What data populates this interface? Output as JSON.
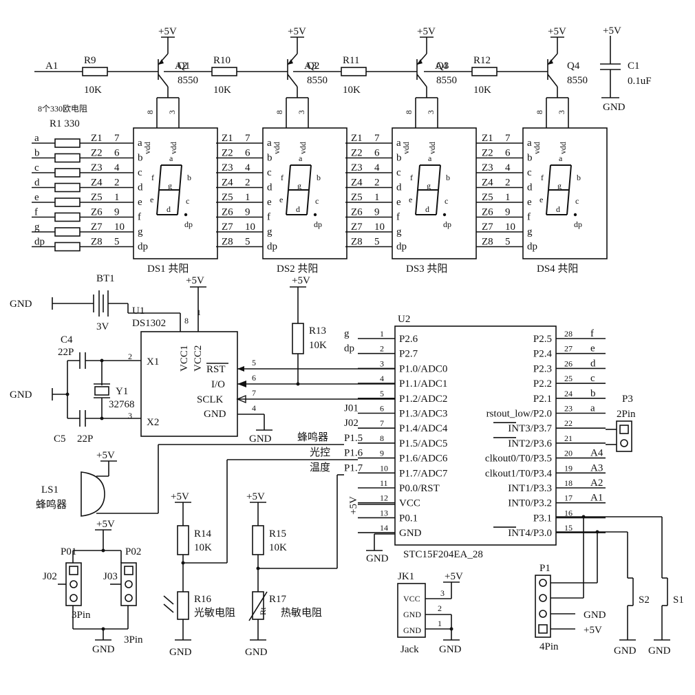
{
  "power": {
    "vcc": "+5V",
    "gnd": "GND"
  },
  "transistors": [
    {
      "ref": "Q1",
      "part": "8550",
      "res": "R9",
      "rval": "10K",
      "net": "A1"
    },
    {
      "ref": "Q2",
      "part": "8550",
      "res": "R10",
      "rval": "10K",
      "net": "A2"
    },
    {
      "ref": "Q3",
      "part": "8550",
      "res": "R11",
      "rval": "10K",
      "net": "A3"
    },
    {
      "ref": "Q4",
      "part": "8550",
      "res": "R12",
      "rval": "10K",
      "net": "A4"
    }
  ],
  "c1": {
    "ref": "C1",
    "value": "0.1uF"
  },
  "resistor_note": "8个330欧电阻",
  "r1": "R1 330",
  "displays": [
    {
      "label": "DS1  共阳"
    },
    {
      "label": "DS2  共阳"
    },
    {
      "label": "DS3  共阳"
    },
    {
      "label": "DS4  共阳"
    }
  ],
  "display_pins": {
    "seg_names": [
      "a",
      "b",
      "c",
      "d",
      "e",
      "f",
      "g",
      "dp"
    ],
    "z_labels": [
      "Z1",
      "Z2",
      "Z3",
      "Z4",
      "Z5",
      "Z6",
      "Z7",
      "Z8"
    ],
    "pin_nums": [
      "7",
      "6",
      "4",
      "2",
      "1",
      "9",
      "10",
      "5"
    ],
    "vdd": "vdd",
    "pin8": "8",
    "pin3": "3"
  },
  "digit_letters": [
    "a",
    "b",
    "c",
    "d",
    "e",
    "f",
    "g",
    "dp"
  ],
  "ds1302": {
    "ref": "U1",
    "part": "DS1302",
    "pins": [
      "X1",
      "X2",
      "VCC1",
      "VCC2",
      "RST",
      "I/O",
      "SCLK",
      "GND"
    ],
    "pin8": "8",
    "pin1": "1",
    "x1n": "2",
    "x2n": "3",
    "rstn": "5",
    "ion": "6",
    "sclkn": "7",
    "gndn": "4"
  },
  "bt1": {
    "ref": "BT1",
    "value": "3V"
  },
  "crystal": {
    "ref": "Y1",
    "value": "32768"
  },
  "c4": {
    "ref": "C4",
    "value": "22P"
  },
  "c5": {
    "ref": "C5",
    "value": "22P"
  },
  "r13": {
    "ref": "R13",
    "value": "10K"
  },
  "u2": {
    "ref": "U2",
    "part": "STC15F204EA_28",
    "left": [
      {
        "ext": "g",
        "num": "1",
        "name": "P2.6"
      },
      {
        "ext": "dp",
        "num": "2",
        "name": "P2.7"
      },
      {
        "ext": "",
        "num": "3",
        "name": "P1.0/ADC0"
      },
      {
        "ext": "",
        "num": "4",
        "name": "P1.1/ADC1"
      },
      {
        "ext": "",
        "num": "5",
        "name": "P1.2/ADC2"
      },
      {
        "ext": "J01",
        "num": "6",
        "name": "P1.3/ADC3"
      },
      {
        "ext": "J02",
        "num": "7",
        "name": "P1.4/ADC4"
      },
      {
        "ext": "P1.5",
        "num": "8",
        "name": "P1.5/ADC5"
      },
      {
        "ext": "P1.6",
        "num": "9",
        "name": "P1.6/ADC6"
      },
      {
        "ext": "P1.7",
        "num": "10",
        "name": "P1.7/ADC7"
      },
      {
        "ext": "",
        "num": "11",
        "name": "P0.0/RST"
      },
      {
        "ext": "",
        "num": "12",
        "name": "VCC"
      },
      {
        "ext": "",
        "num": "13",
        "name": "P0.1"
      },
      {
        "ext": "",
        "num": "14",
        "name": "GND"
      }
    ],
    "right": [
      {
        "ext": "f",
        "num": "28",
        "name": "P2.5"
      },
      {
        "ext": "e",
        "num": "27",
        "name": "P2.4"
      },
      {
        "ext": "d",
        "num": "26",
        "name": "P2.3"
      },
      {
        "ext": "c",
        "num": "25",
        "name": "P2.2"
      },
      {
        "ext": "b",
        "num": "24",
        "name": "P2.1"
      },
      {
        "ext": "a",
        "num": "23",
        "name": "rstout_low/P2.0"
      },
      {
        "ext": "",
        "num": "22",
        "name": "INT3/P3.7"
      },
      {
        "ext": "",
        "num": "21",
        "name": "INT2/P3.6"
      },
      {
        "ext": "A4",
        "num": "20",
        "name": "clkout0/T0/P3.5"
      },
      {
        "ext": "A3",
        "num": "19",
        "name": "clkout1/T0/P3.4"
      },
      {
        "ext": "A2",
        "num": "18",
        "name": "INT1/P3.3"
      },
      {
        "ext": "A1",
        "num": "17",
        "name": "INT0/P3.2"
      },
      {
        "ext": "",
        "num": "16",
        "name": "P3.1"
      },
      {
        "ext": "",
        "num": "15",
        "name": "INT4/P3.0"
      }
    ],
    "fn_labels": [
      "蜂鸣器",
      "光控",
      "温度"
    ]
  },
  "p3": {
    "ref": "P3",
    "value": "2Pin"
  },
  "ls1": {
    "ref": "LS1",
    "name": "蜂鸣器"
  },
  "r14": {
    "ref": "R14",
    "value": "10K"
  },
  "r15": {
    "ref": "R15",
    "value": "10K"
  },
  "r16": {
    "ref": "R16",
    "name": "光敏电阻"
  },
  "r17": {
    "ref": "R17",
    "name": "热敏电阻",
    "mark": "Rt"
  },
  "p01": {
    "ref": "P01",
    "j": "J02",
    "value": "3Pin"
  },
  "p02": {
    "ref": "P02",
    "j": "J03",
    "value": "3Pin"
  },
  "jk1": {
    "ref": "JK1",
    "name": "Jack",
    "pins": [
      "VCC",
      "GND",
      "GND"
    ],
    "nums": [
      "3",
      "2",
      "1"
    ]
  },
  "p1": {
    "ref": "P1",
    "value": "4Pin",
    "gnd": "GND",
    "vcc": "+5V"
  },
  "s2": {
    "ref": "S2"
  },
  "s1": {
    "ref": "S1"
  }
}
